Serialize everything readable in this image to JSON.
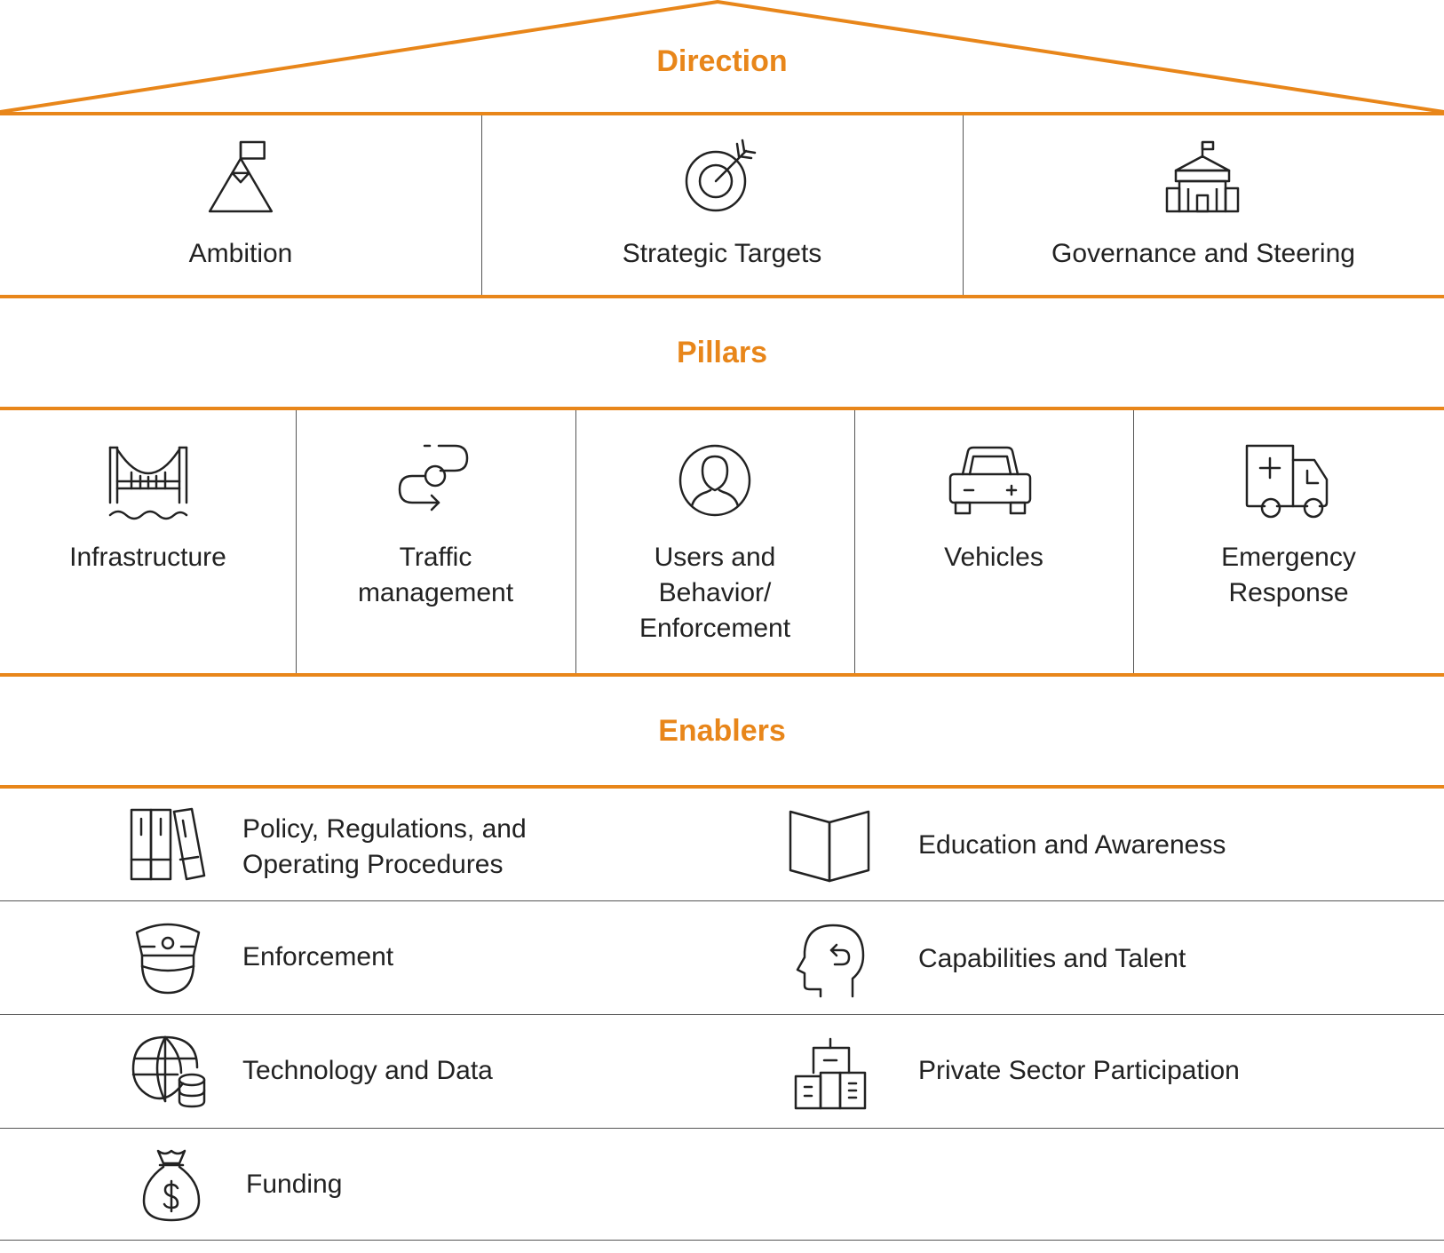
{
  "colors": {
    "accent": "#e8861a",
    "line": "#555555",
    "text": "#222222",
    "icon": "#222222"
  },
  "direction": {
    "title": "Direction",
    "items": [
      {
        "label": "Ambition",
        "icon": "mountain-flag-icon"
      },
      {
        "label": "Strategic Targets",
        "icon": "target-arrow-icon"
      },
      {
        "label": "Governance and Steering",
        "icon": "government-building-icon"
      }
    ]
  },
  "pillars": {
    "title": "Pillars",
    "items": [
      {
        "label": "Infrastructure",
        "icon": "bridge-icon"
      },
      {
        "label": "Traffic\nmanagement",
        "icon": "route-icon"
      },
      {
        "label": "Users and\nBehavior/\nEnforcement",
        "icon": "user-circle-icon"
      },
      {
        "label": "Vehicles",
        "icon": "car-icon"
      },
      {
        "label": "Emergency\nResponse",
        "icon": "ambulance-icon"
      }
    ]
  },
  "enablers": {
    "title": "Enablers",
    "items": [
      {
        "label": "Policy, Regulations, and\nOperating Procedures",
        "icon": "binders-icon"
      },
      {
        "label": "Education and Awareness",
        "icon": "open-book-icon"
      },
      {
        "label": "Enforcement",
        "icon": "police-cap-icon"
      },
      {
        "label": "Capabilities and Talent",
        "icon": "head-profile-icon"
      },
      {
        "label": "Technology and Data",
        "icon": "globe-database-icon"
      },
      {
        "label": "Private Sector Participation",
        "icon": "office-buildings-icon"
      },
      {
        "label": "Funding",
        "icon": "money-bag-icon"
      }
    ]
  }
}
